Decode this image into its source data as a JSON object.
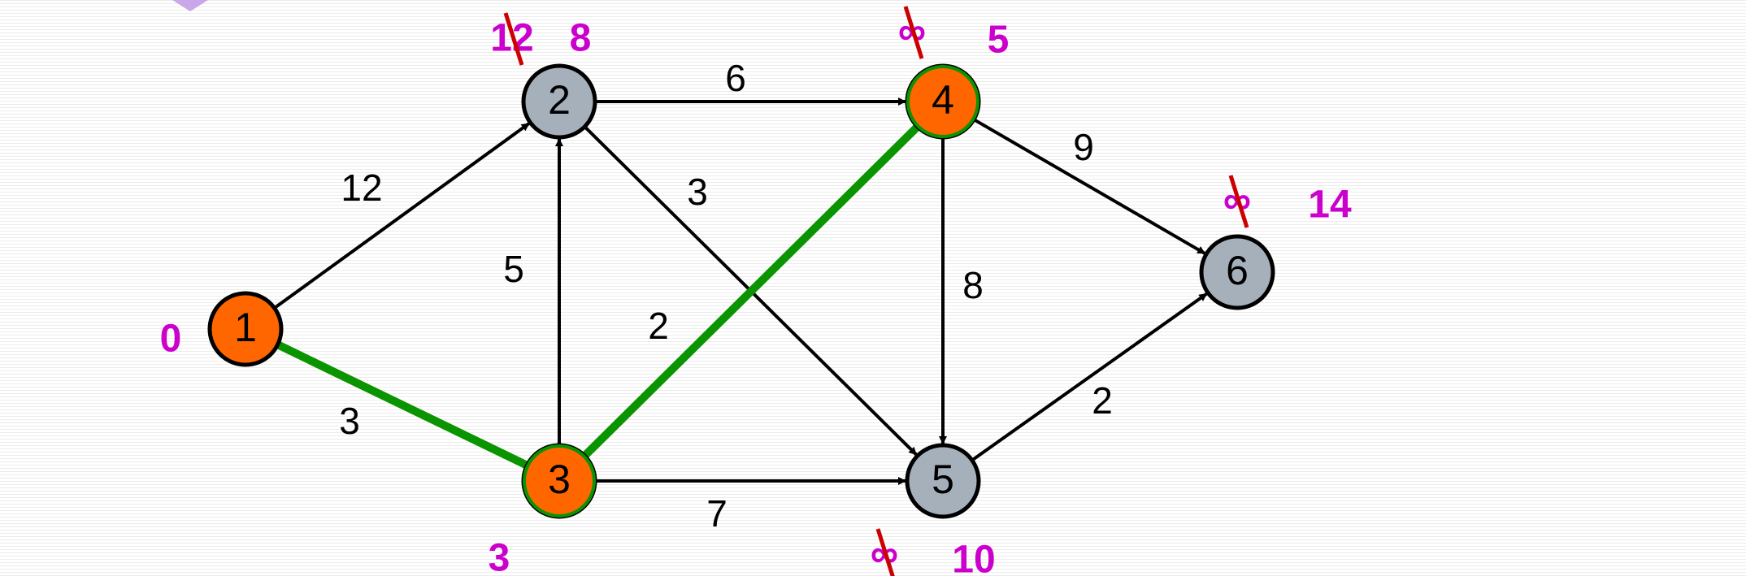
{
  "colors": {
    "visited_node": "#ff6600",
    "unvisited_node": "#a6b0bb",
    "tree_edge": "#0a9400",
    "normal_edge": "#000000",
    "distance_label": "#cc00cc",
    "strike": "#cc0000"
  },
  "nodes": [
    {
      "id": "1",
      "label": "1",
      "state": "visited",
      "distance": "0",
      "old_distance": ""
    },
    {
      "id": "2",
      "label": "2",
      "state": "unvisited",
      "distance": "8",
      "old_distance": "12"
    },
    {
      "id": "3",
      "label": "3",
      "state": "visited",
      "distance": "3",
      "old_distance": ""
    },
    {
      "id": "4",
      "label": "4",
      "state": "visited",
      "distance": "5",
      "old_distance": "∞"
    },
    {
      "id": "5",
      "label": "5",
      "state": "unvisited",
      "distance": "10",
      "old_distance": "∞"
    },
    {
      "id": "6",
      "label": "6",
      "state": "unvisited",
      "distance": "14",
      "old_distance": "∞"
    }
  ],
  "edges": [
    {
      "from": "1",
      "to": "2",
      "weight": "12",
      "tree": false
    },
    {
      "from": "1",
      "to": "3",
      "weight": "3",
      "tree": true
    },
    {
      "from": "3",
      "to": "2",
      "weight": "5",
      "tree": false
    },
    {
      "from": "2",
      "to": "4",
      "weight": "6",
      "tree": false
    },
    {
      "from": "2",
      "to": "5",
      "weight": "3",
      "tree": false
    },
    {
      "from": "3",
      "to": "4",
      "weight": "2",
      "tree": true
    },
    {
      "from": "3",
      "to": "5",
      "weight": "7",
      "tree": false
    },
    {
      "from": "4",
      "to": "5",
      "weight": "8",
      "tree": false
    },
    {
      "from": "4",
      "to": "6",
      "weight": "9",
      "tree": false
    },
    {
      "from": "5",
      "to": "6",
      "weight": "2",
      "tree": false
    }
  ]
}
